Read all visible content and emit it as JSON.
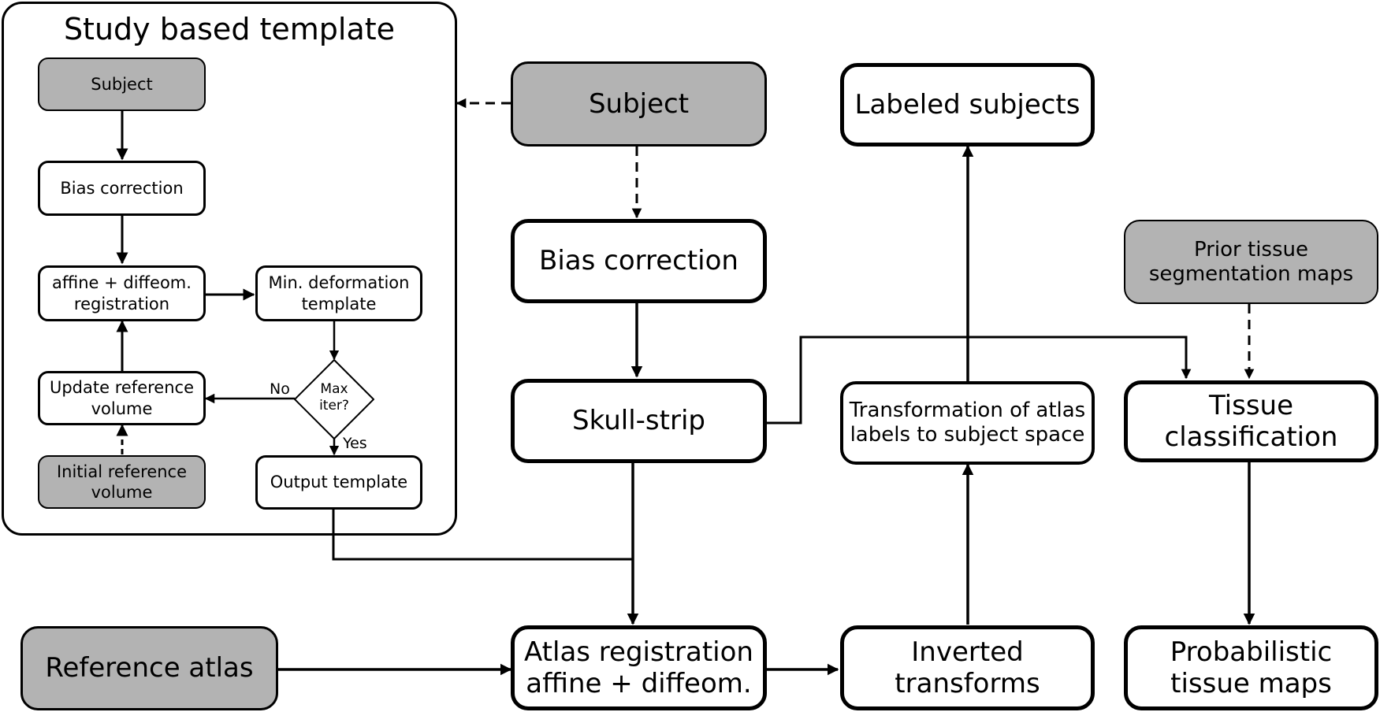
{
  "study_panel": {
    "title": "Study based template"
  },
  "inner": {
    "subject": "Subject",
    "bias_correction": "Bias correction",
    "registration": "affine + diffeom.\nregistration",
    "min_deformation": "Min. deformation\ntemplate",
    "max_iter": "Max\niter?",
    "update_reference": "Update reference\nvolume",
    "initial_reference": "Initial reference\nvolume",
    "output_template": "Output template",
    "label_no": "No",
    "label_yes": "Yes"
  },
  "main": {
    "subject": "Subject",
    "bias_correction": "Bias correction",
    "skull_strip": "Skull-strip",
    "atlas_registration": "Atlas registration\naffine + diffeom.",
    "reference_atlas": "Reference atlas",
    "inverted_transforms": "Inverted\ntransforms",
    "transformation_labels": "Transformation of atlas\nlabels to subject space",
    "labeled_subjects": "Labeled subjects",
    "prior_tissue": "Prior tissue\nsegmentation maps",
    "tissue_classification": "Tissue\nclassification",
    "probabilistic_maps": "Probabilistic\ntissue maps"
  },
  "colors": {
    "input_node_fill": "#b3b3b3",
    "process_node_fill": "#ffffff",
    "line": "#000000"
  }
}
